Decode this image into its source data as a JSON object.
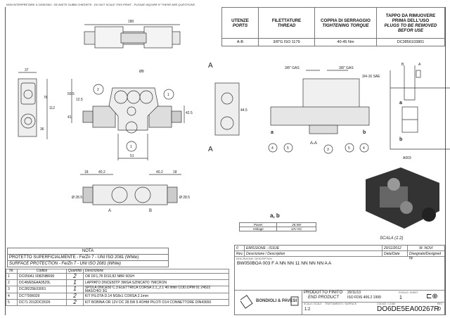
{
  "header": {
    "notice_it": "NON INTERPRETARE IL DISEGNO : SE AVETE DUBBI CHIEDETE :",
    "notice_en": "DO NOT SCALE THIS PRINT - PLEASE INQUIRE IF THERE ARE QUESTIONS"
  },
  "ports_table": {
    "headers": [
      {
        "it": "UTENZE",
        "en": "PORTS"
      },
      {
        "it": "FILETTATURE",
        "en": "THREAD"
      },
      {
        "it": "COPPIA DI SERRAGGIO",
        "en": "TIGHTENING TORQUE"
      },
      {
        "it": "TAPPO DA RIMUOVERE PRIMA DELL'USO",
        "en": "PLUGS TO BE REMOVED BEFOR USE"
      }
    ],
    "row": [
      "A-B",
      "3/8\"G ISO 1179",
      "40-45 Nm",
      "DC3856103801"
    ]
  },
  "dimensions": {
    "top_width": "180",
    "d37": "37",
    "d76": "76",
    "d112": "112",
    "d36": "36",
    "d50_5": "50.5",
    "d12_5": "12.5",
    "d41": "41",
    "d51": "51",
    "d42_5": "42.5",
    "d44_5": "44.5",
    "phi": "Ø8",
    "d18_l": "18",
    "d40_2_l": "40.2",
    "d40_2_r": "40.2",
    "d18_r": "18",
    "dia28_l": "Ø 28.5",
    "dia28_r": "Ø 28.5",
    "gas_l": "3/8\" GAS",
    "gas_r": "3/8\" GAS",
    "sae": "3/4-16 SAE"
  },
  "labels": {
    "section": "A-A",
    "A": "A",
    "B": "B",
    "a": "a",
    "b": "b",
    "schematic": "A003",
    "scale": "SCALA (1:2)",
    "callouts": [
      "1",
      "2",
      "3",
      "4",
      "5"
    ]
  },
  "coil": {
    "title": "a, b",
    "rows": [
      [
        "Power",
        "28.5W"
      ],
      [
        "Voltage",
        "12V DC"
      ]
    ]
  },
  "nota": {
    "title": "NOTA",
    "it": "PROTETTO SUPERFICIALMENTE - Fe/Zn 7 - UNI ISO 2081 (White)",
    "en": "SURFACE PROTECTION - Fe/Zn 7 - UNI ISO 2081 (White)"
  },
  "parts": {
    "headers": [
      "Nr.",
      "Codice",
      "Quantità",
      "Descrizione"
    ],
    "rows": [
      [
        "1",
        "DC050A1 0082NBR90",
        "2",
        "OR DF1,78 DI10,82 NBR 90SH"
      ],
      [
        "2",
        "DC4WE5EAA05Z0L",
        "1",
        "LAPPATO DNCE50TP 3WGA SZINCATO 7MICRON"
      ],
      [
        "3",
        "DC28225E03001",
        "1",
        "SPOLA DNCE50 C.3 ELETTRICA CORSA 2.1_2.1 40 l/min COD.DPM 01 24522 MASCHIO 3G"
      ],
      [
        "4",
        "DC77006029",
        "2",
        "KIT PILOTA D.14 M18x1 CORSA 2.1mm"
      ],
      [
        "5",
        "DC71 2012DCD026",
        "2",
        "KIT BOBINA OR 12V DC 28.5W 5.4OHM PILOTI D14 CONNETTORE DIN43650"
      ]
    ]
  },
  "title_block": {
    "rev_row": [
      "0",
      "EMISSIONE - ISSUE",
      "20/11/2012",
      "M. NOVI"
    ],
    "rev_hdr": [
      "Rev.",
      "Descrizione / Description",
      "Data/Date",
      "Disegnato/Designed by"
    ],
    "desc_label": "DESCRIZIONE / DESCRIPTION",
    "description": "BW050BOA 003 F A NN NN 11 NN NN NN A A",
    "company": "BONDIOLI & PAVESI",
    "product_it": "PRODOTTO FINITO",
    "product_en": "END PRODUCT",
    "std1": "20/11/13",
    "std2": "ISO FDIS 406.2 1999",
    "sheet_label": "FOGLIO / SHEET",
    "sheet": "1",
    "scale_label": "SCALA / SCALE",
    "scale": "1:2",
    "treat_label": "TRATTAMENTO / SURFACE",
    "code_label": "CODICE / CODE",
    "code": "DO6DE5EA00267R",
    "rev_label": "REV.",
    "rev": "0"
  }
}
